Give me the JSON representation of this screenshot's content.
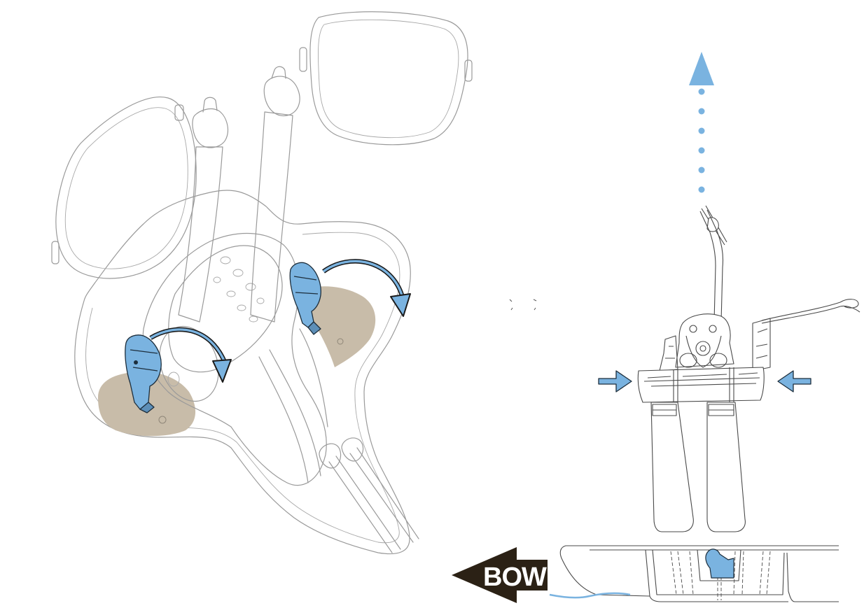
{
  "diagram": {
    "bow_label": "BOW",
    "colors": {
      "accent": "#7ab3e0",
      "accent_outline": "#1d2e3c",
      "pad": "#c8bca9",
      "line": "#9a9a9a",
      "line_dark": "#4a4a4a",
      "bow_arrow": "#2b2115",
      "bow_text": "#ffffff"
    },
    "elements": {
      "left_view": "pedal-drive-in-hull-well",
      "left_latches": [
        "latch-left",
        "latch-right"
      ],
      "right_view": "pedal-drive-lift-out",
      "lift_arrow": "dotted-up-arrow",
      "squeeze_arrows": [
        "squeeze-arrow-left",
        "squeeze-arrow-right"
      ],
      "hull_view": "hull-side-section"
    }
  }
}
